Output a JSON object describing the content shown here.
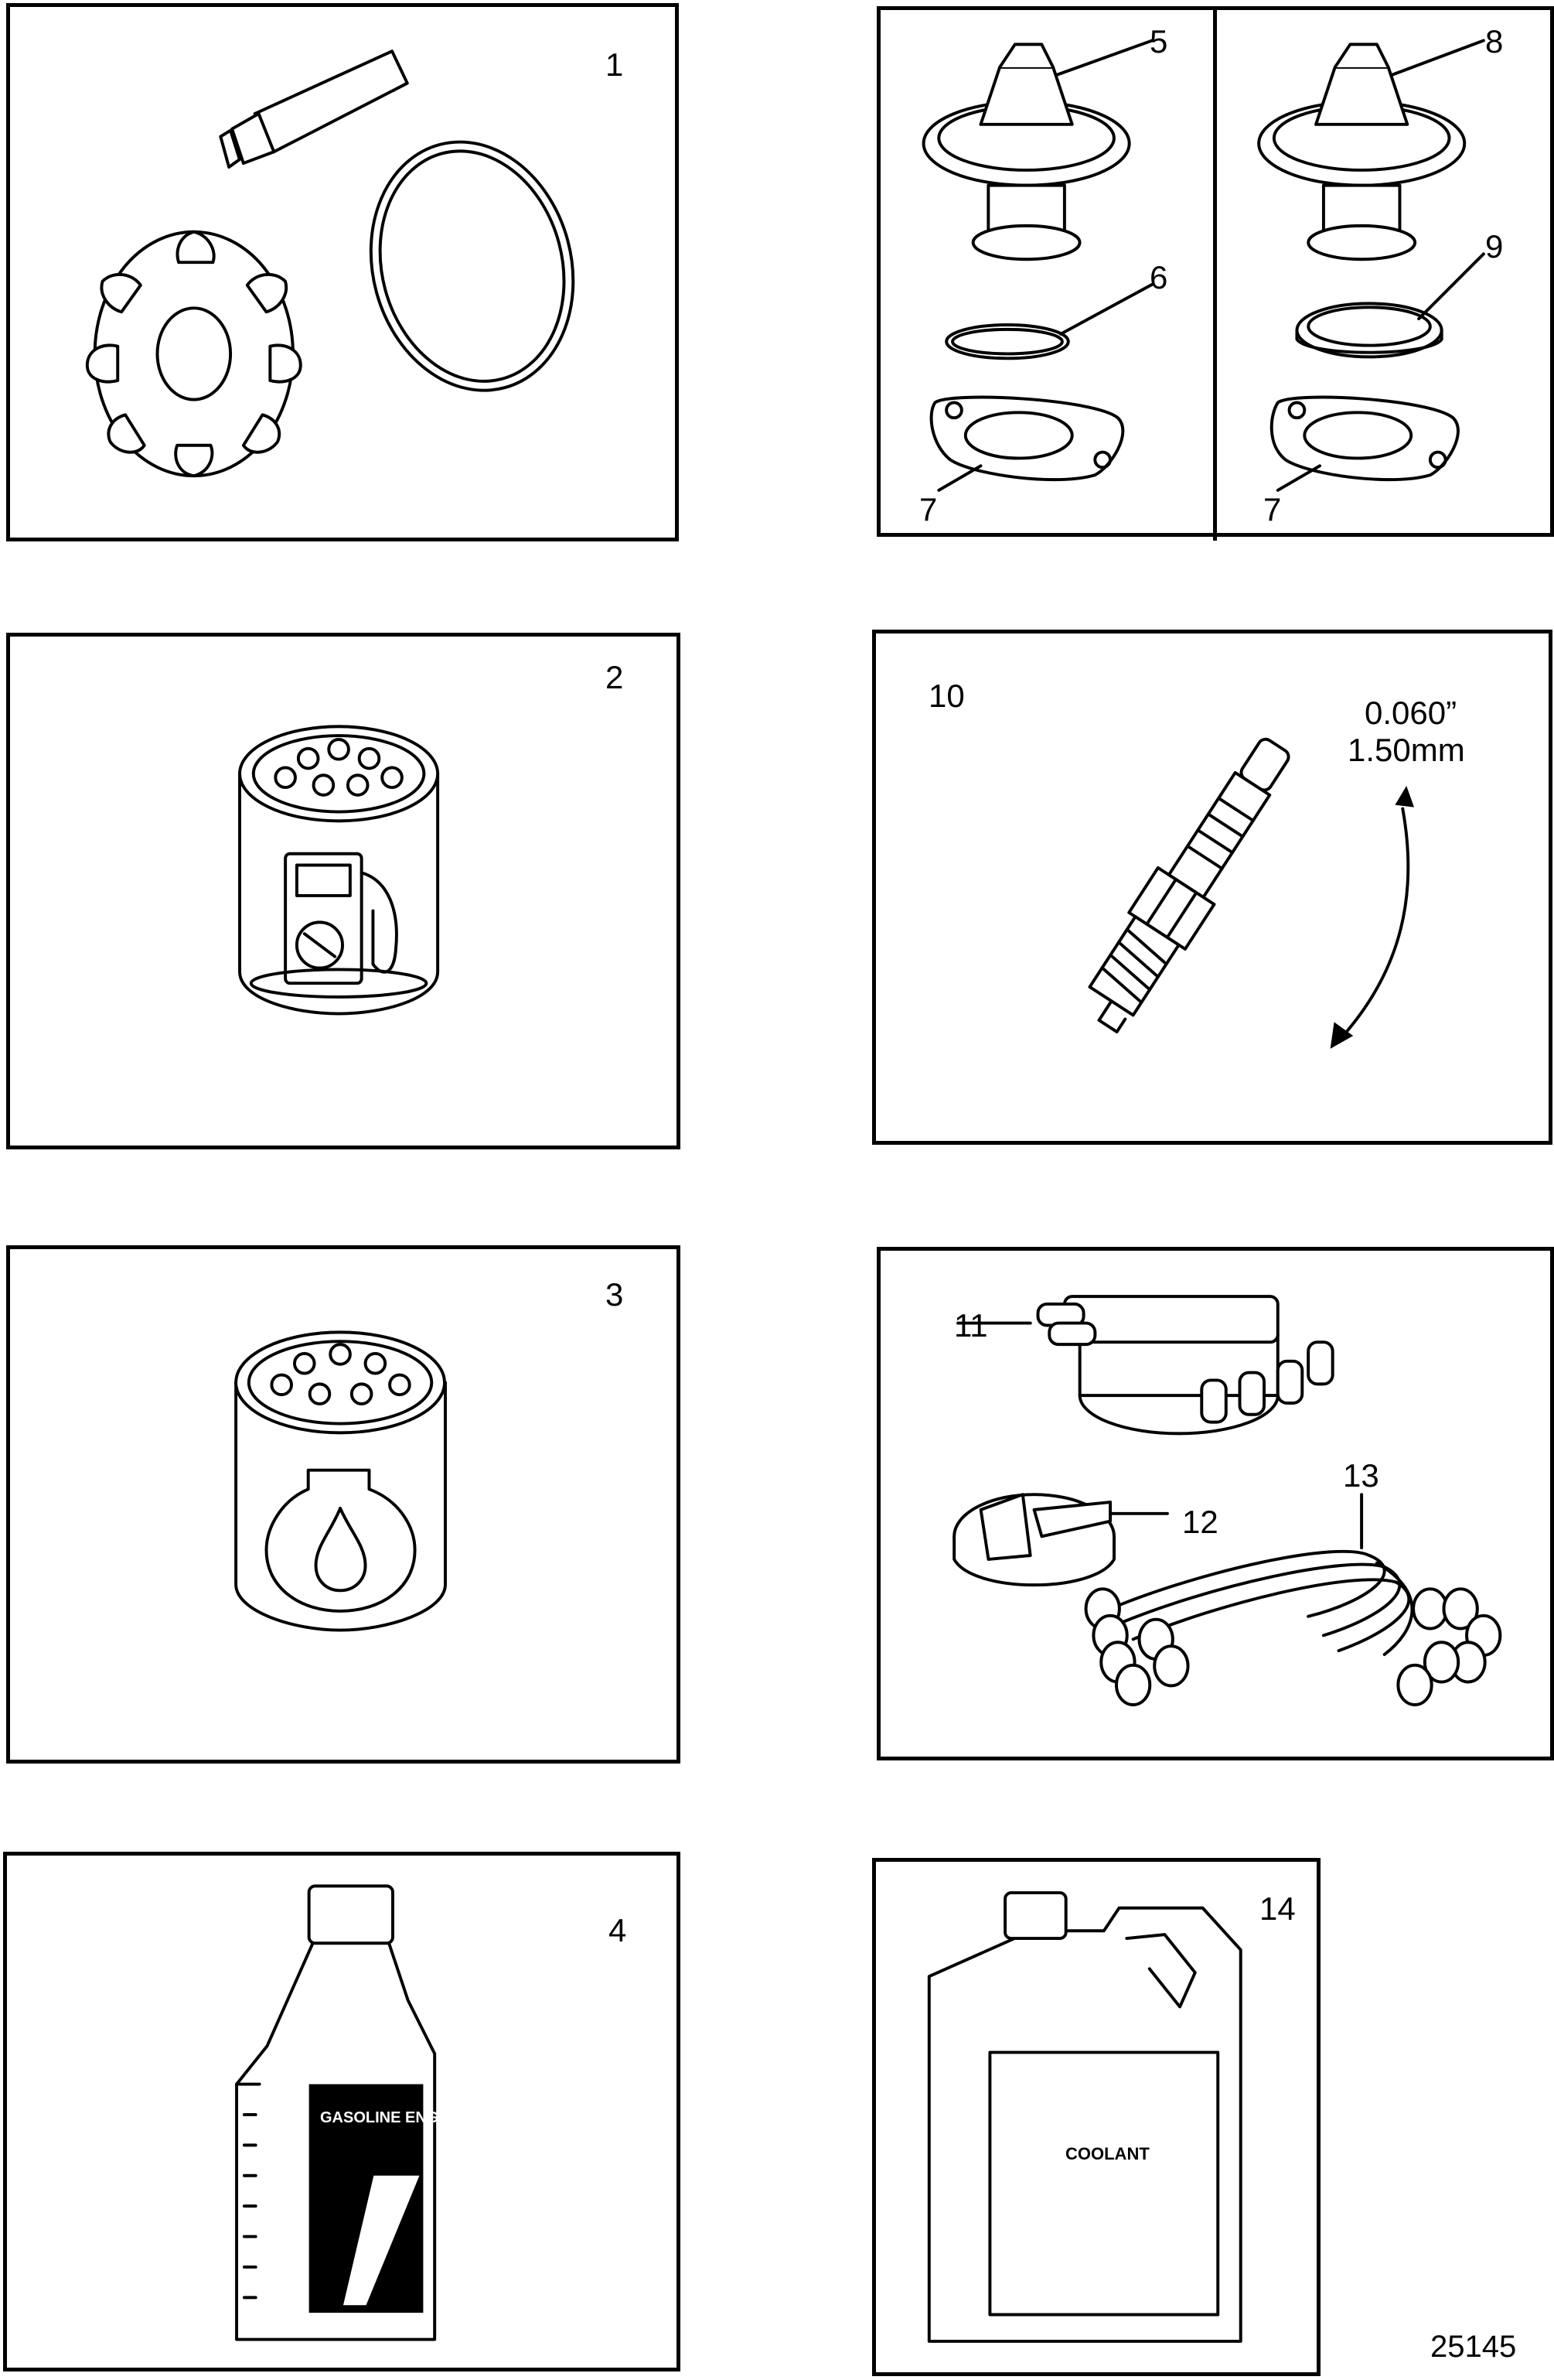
{
  "panels": [
    {
      "id": "p1",
      "label": "1"
    },
    {
      "id": "p2",
      "label": "2"
    },
    {
      "id": "p3",
      "label": "3"
    },
    {
      "id": "p4",
      "label": "4"
    },
    {
      "id": "p5",
      "labels": [
        "5",
        "6",
        "7"
      ]
    },
    {
      "id": "p8",
      "labels": [
        "8",
        "9",
        "7"
      ]
    },
    {
      "id": "p10",
      "label": "10",
      "gap_inch": "0.060”",
      "gap_mm": "1.50mm"
    },
    {
      "id": "p11",
      "labels": [
        "11",
        "12",
        "13"
      ]
    },
    {
      "id": "p14",
      "label": "14",
      "container_label": "COOLANT"
    }
  ],
  "oil_bottle_label": "GASOLINE ENGINE OIL",
  "reference_number": "25145"
}
